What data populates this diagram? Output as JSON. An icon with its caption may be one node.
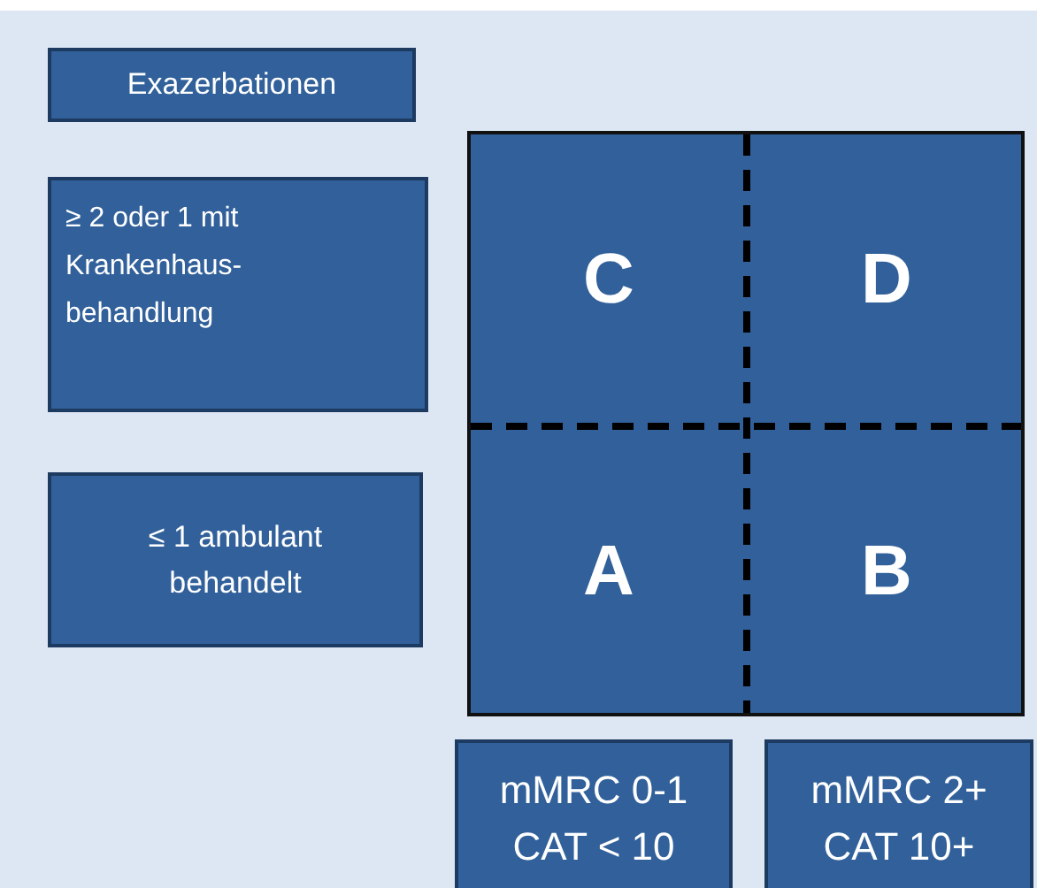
{
  "diagram": {
    "nodes": [
      {
        "text": [
          "Exazerbationen"
        ]
      },
      {
        "text": [
          "≥ 2 oder 1 mit Krankenhaus-behandlung"
        ]
      },
      {
        "text": [
          "≤ 1 ambulant behandelt"
        ]
      },
      {
        "text": [],
        "shape": "box"
      },
      {
        "text": [
          "C"
        ],
        "in": 3
      },
      {
        "text": [
          "D"
        ],
        "in": 3
      },
      {
        "text": [
          "A"
        ],
        "in": 3
      },
      {
        "text": [
          "B"
        ],
        "in": 3
      },
      {
        "text": [
          "mMRC 0-1 CAT < 10"
        ]
      },
      {
        "text": [
          "mMRC 2+ CAT 10+"
        ]
      }
    ]
  }
}
